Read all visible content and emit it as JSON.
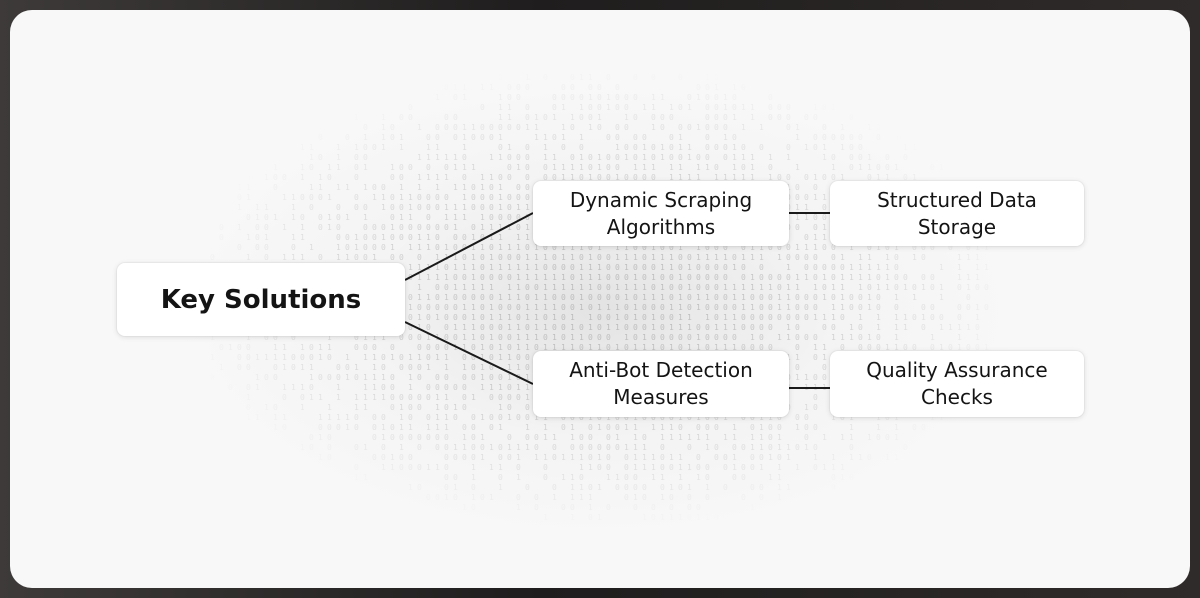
{
  "diagram": {
    "root": {
      "label": "Key Solutions"
    },
    "branches": [
      {
        "label": "Dynamic Scraping\nAlgorithms",
        "child": {
          "label": "Structured Data\nStorage"
        }
      },
      {
        "label": "Anti-Bot Detection\nMeasures",
        "child": {
          "label": "Quality Assurance\nChecks"
        }
      }
    ]
  },
  "colors": {
    "frame": "#2a2727",
    "card": "#f8f8f8",
    "node": "#ffffff",
    "text": "#141414",
    "line": "#1a1a1a",
    "binary": "#9a9a9a"
  }
}
